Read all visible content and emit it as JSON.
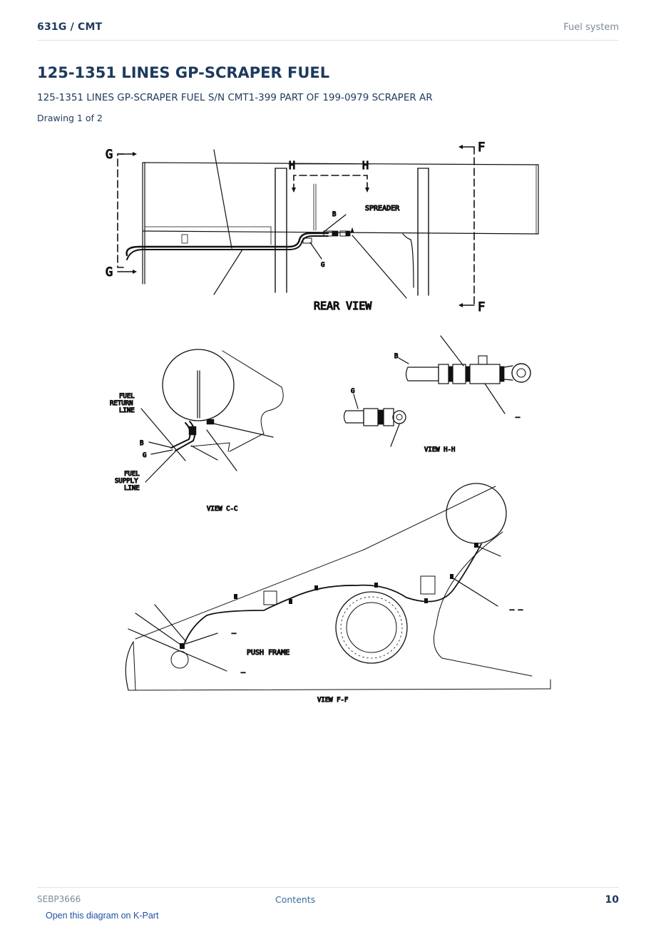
{
  "header": {
    "brand": "631G  /  CMT",
    "section": "Fuel system"
  },
  "title": "125-1351 LINES GP-SCRAPER FUEL",
  "subtitle": "125-1351 LINES GP-SCRAPER FUEL S/N CMT1-399 PART OF 199-0979 SCRAPER AR",
  "drawing_label": "Drawing 1 of 2",
  "diagram": {
    "rear_view": {
      "caption": "REAR VIEW",
      "section_g": "G",
      "section_h": "H",
      "section_f": "F",
      "callout_b": "B",
      "callout_g": "G",
      "spreader": "SPREADER"
    },
    "view_cc": {
      "caption": "VIEW C-C",
      "fuel_return_line_1": "FUEL",
      "fuel_return_line_2": "RETURN",
      "fuel_return_line_3": "LINE",
      "callout_b": "B",
      "callout_g": "G",
      "fuel_supply_line_1": "FUEL",
      "fuel_supply_line_2": "SUPPLY",
      "fuel_supply_line_3": "LINE"
    },
    "view_hh": {
      "caption": "VIEW H-H",
      "callout_b": "B",
      "callout_g": "G",
      "dash": "–"
    },
    "view_ff": {
      "caption": "VIEW F-F",
      "push_frame": "PUSH FRAME",
      "dash_1": "–",
      "dash_2": "–",
      "dash_3": "–  –"
    }
  },
  "footer": {
    "doc_id": "SEBP3666",
    "contents": "Contents",
    "page_number": "10",
    "kpart_link": "Open this diagram on K-Part"
  }
}
